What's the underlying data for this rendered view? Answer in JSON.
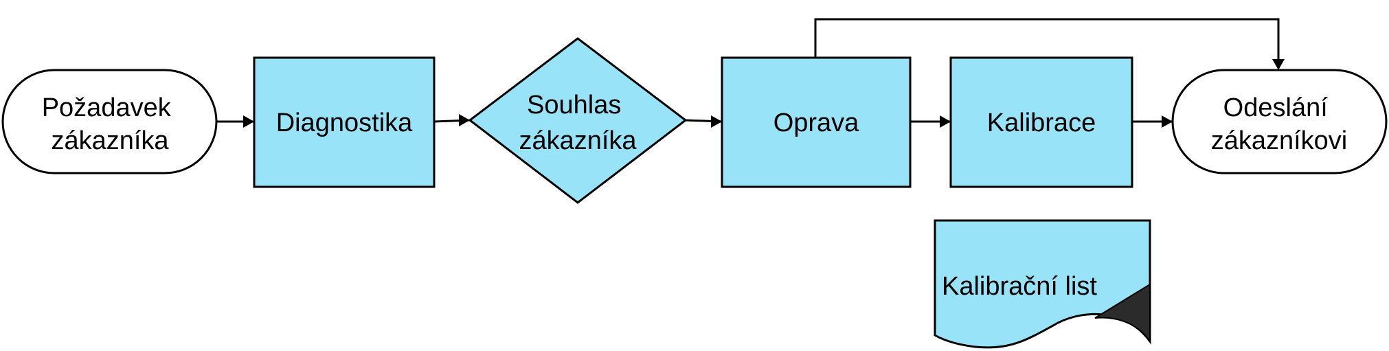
{
  "diagram": {
    "nodes": {
      "request": {
        "lines": [
          "Požadavek",
          "zákazníka"
        ],
        "shape": "terminator"
      },
      "diagnostics": {
        "lines": [
          "Diagnostika"
        ],
        "shape": "process"
      },
      "approval": {
        "lines": [
          "Souhlas",
          "zákazníka"
        ],
        "shape": "decision"
      },
      "repair": {
        "lines": [
          "Oprava"
        ],
        "shape": "process"
      },
      "calibration": {
        "lines": [
          "Kalibrace"
        ],
        "shape": "process"
      },
      "shipping": {
        "lines": [
          "Odeslání",
          "zákazníkovi"
        ],
        "shape": "terminator"
      },
      "calibration_sheet": {
        "lines": [
          "Kalibrační list"
        ],
        "shape": "document"
      }
    },
    "colors": {
      "process_fill": "#99e3f9",
      "terminator_fill": "#ffffff",
      "stroke": "#000000",
      "page_curl": "#2b2b2b"
    }
  }
}
